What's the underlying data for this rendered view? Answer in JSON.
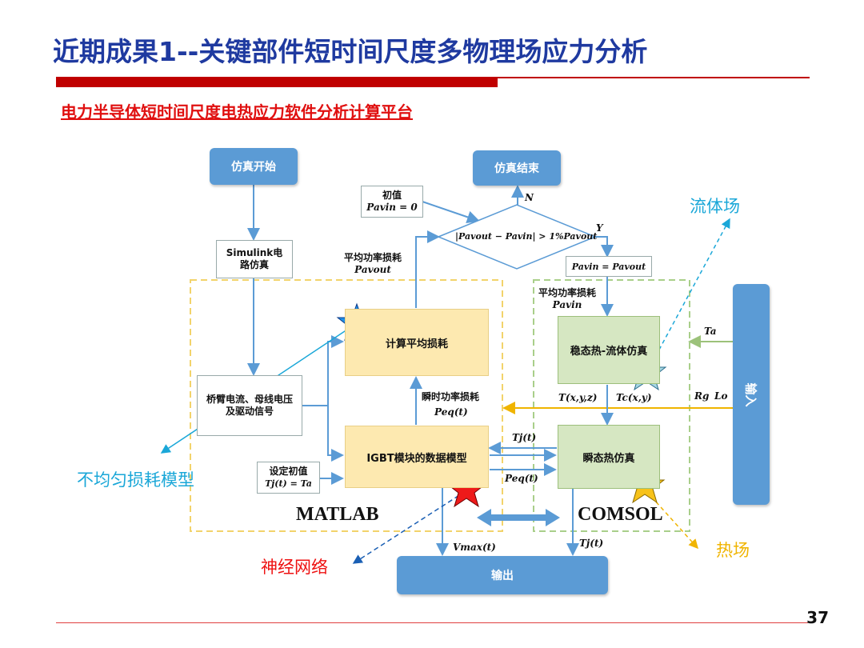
{
  "header": {
    "title": "近期成果1--关键部件短时间尺度多物理场应力分析",
    "subtitle": "电力半导体短时间尺度电热应力软件分析计算平台"
  },
  "flow": {
    "start": "仿真开始",
    "end": "仿真结束",
    "init_label": "初值",
    "init_value": "Pavin = 0",
    "decision": "|Pavout − Pavin| > 1%Pavout",
    "branch_no": "N",
    "branch_yes": "Y",
    "assign": "Pavin = Pavout",
    "simulink": "Simulink电路仿真",
    "avg_loss_left_label": "平均功率损耗",
    "avg_loss_left_sym": "Pavout",
    "avg_loss_right_label": "平均功率损耗",
    "avg_loss_right_sym": "Pavin",
    "calc_avg": "计算平均损耗",
    "steady_fluid": "稳态热-流体仿真",
    "bridge_signal": "桥臂电流、母线电压及驱动信号",
    "inst_loss_label": "瞬时功率损耗",
    "inst_loss_sym": "Peq(t)",
    "txyz": "T(x,y,z)",
    "tc": "Tc(x,y)",
    "ta": "Ta",
    "rg": "Rg",
    "lo": "Lo",
    "tj1": "Tj(t)",
    "igbt": "IGBT模块的数据模型",
    "transient": "瞬态热仿真",
    "peq2": "Peq(t)",
    "init_set_label": "设定初值",
    "init_set_value": "Tj(t) = Ta",
    "matlab": "MATLAB",
    "comsol": "COMSOL",
    "vmax": "Vmax(t)",
    "tj2": "Tj(t)",
    "output": "输出",
    "input": "输入"
  },
  "annotations": {
    "fluid_field": "流体场",
    "nonuniform_loss": "不均匀损耗模型",
    "neural_net": "神经网络",
    "thermal_field": "热场"
  },
  "page_number": "37",
  "colors": {
    "title": "#1f3aa0",
    "subtitle": "#e01010",
    "accent_bar": "#c00000",
    "node_blue": "#5b9bd5",
    "node_yellow": "#fde9b0",
    "node_green": "#d6e7c2",
    "annotation_cyan": "#1aa7d8",
    "annotation_red": "#ee1111",
    "annotation_yellow": "#f0b400"
  }
}
